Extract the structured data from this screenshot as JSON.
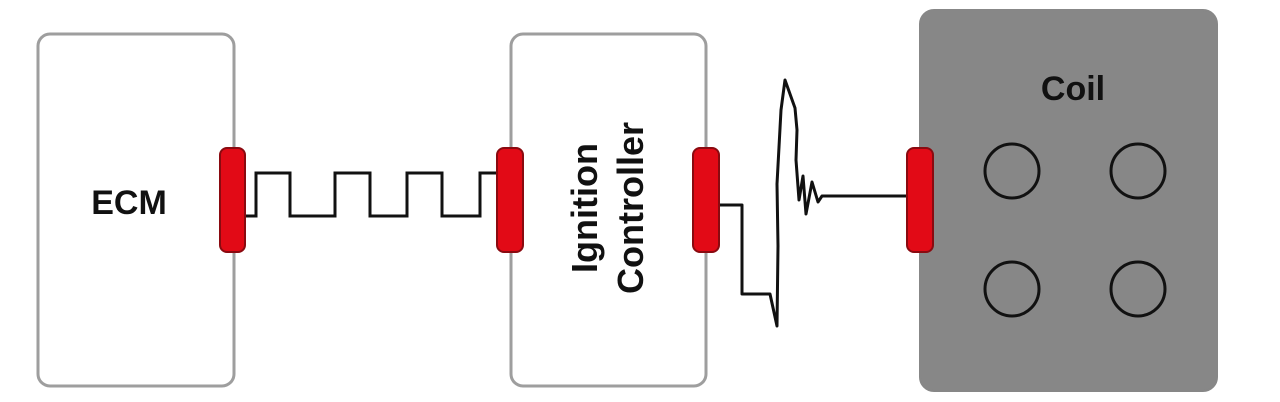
{
  "blocks": {
    "ecm": {
      "label": "ECM"
    },
    "ignition_controller": {
      "label_line1": "Ignition",
      "label_line2": "Controller"
    },
    "coil": {
      "label": "Coil"
    }
  },
  "colors": {
    "box_border": "#9e9e9e",
    "coil_fill": "#878787",
    "connector": "#e20a16",
    "connector_border": "#8a0a10",
    "wire": "#111111"
  }
}
